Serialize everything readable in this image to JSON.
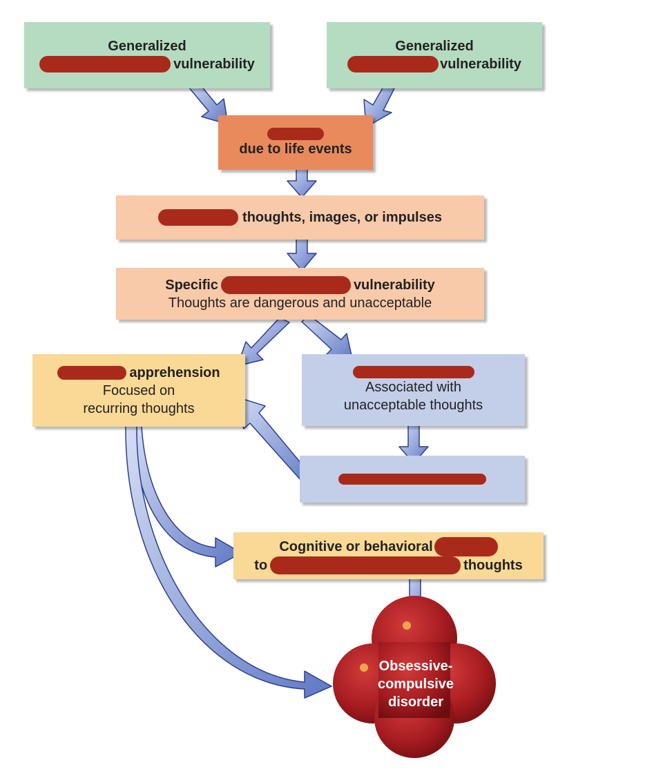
{
  "colors": {
    "green_box": "#b5dcc0",
    "orange_box": "#e98a5d",
    "peach_box": "#f8caa9",
    "yellow_box": "#f9d995",
    "blue_box": "#c3cfe9",
    "arrow_fill": "#7f95cf",
    "arrow_stroke": "#2b3f8f",
    "redaction": "#a92a1a",
    "ocd_blob": "#a51c20"
  },
  "nodes": {
    "gen_vuln_left": {
      "line1": "Generalized",
      "line2_suffix": "vulnerability"
    },
    "gen_vuln_right": {
      "line1": "Generalized",
      "line2_suffix": "vulnerability"
    },
    "stress": {
      "line2": "due to life events"
    },
    "intrusive": {
      "suffix": "thoughts, images, or impulses"
    },
    "specific_vuln": {
      "line1_prefix": "Specific",
      "line1_suffix": "vulnerability",
      "line2": "Thoughts are dangerous and unacceptable"
    },
    "apprehension": {
      "line1_suffix": "apprehension",
      "line2": "Focused on",
      "line3": "recurring thoughts"
    },
    "false_alarms": {
      "line2": "Associated with",
      "line3": "unacceptable thoughts"
    },
    "learned_alarms": {},
    "coping": {
      "line1": "Cognitive or behavioral",
      "line2_prefix": "to",
      "line2_suffix": "thoughts"
    },
    "outcome": {
      "line1": "Obsessive-",
      "line2": "compulsive",
      "line3": "disorder"
    }
  }
}
